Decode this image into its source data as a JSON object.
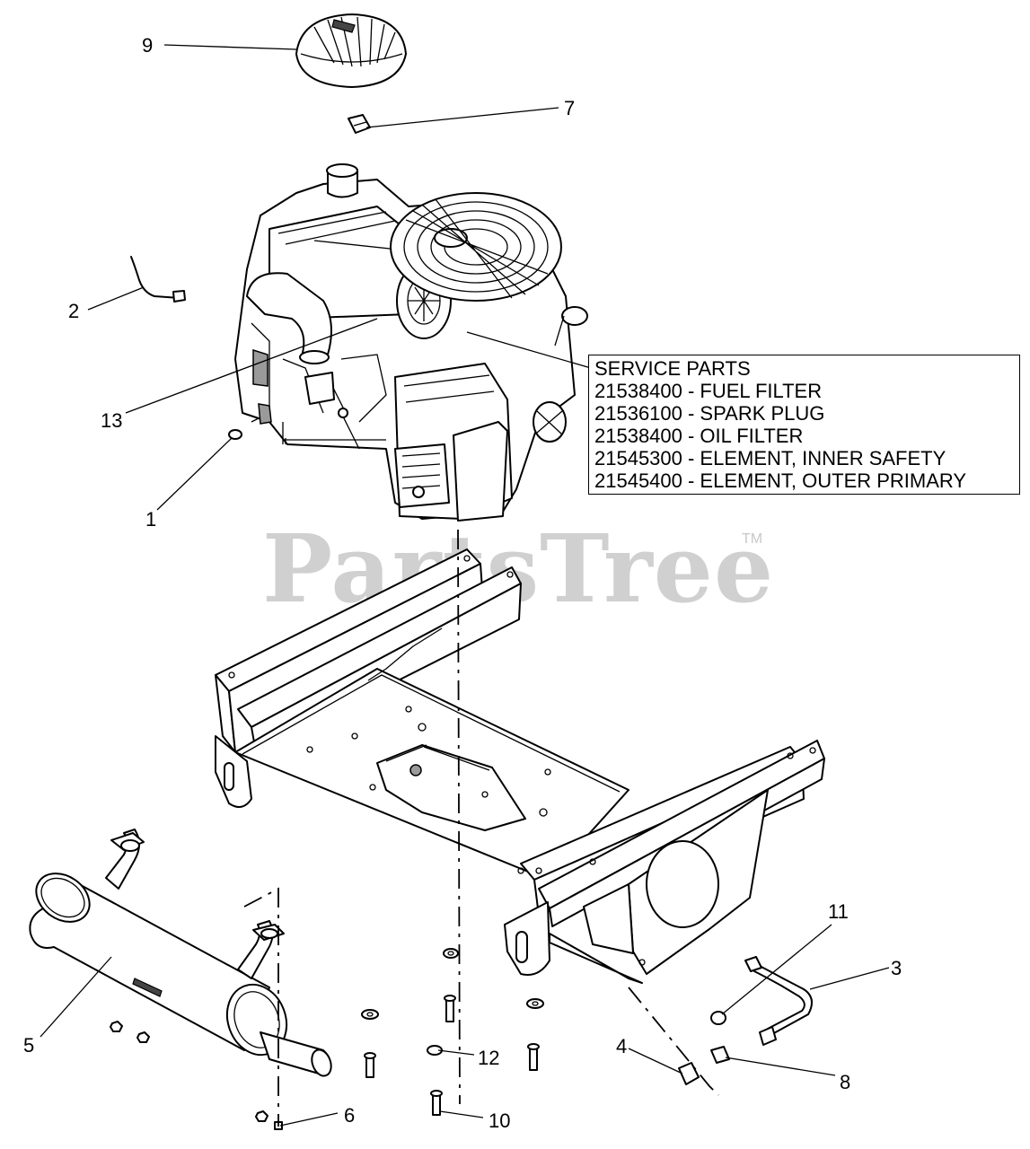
{
  "callouts": {
    "c1": "1",
    "c2": "2",
    "c3": "3",
    "c4": "4",
    "c5": "5",
    "c6": "6",
    "c7": "7",
    "c8": "8",
    "c9": "9",
    "c10": "10",
    "c11": "11",
    "c12": "12",
    "c13": "13"
  },
  "service_parts": {
    "heading": "SERVICE PARTS",
    "items": [
      "21538400 - FUEL FILTER",
      "21536100 - SPARK PLUG",
      "21538400 - OIL FILTER",
      "21545300 - ELEMENT, INNER SAFETY",
      "21545400 - ELEMENT, OUTER PRIMARY"
    ]
  },
  "watermark": {
    "text": "PartsTree",
    "tm": "TM"
  }
}
